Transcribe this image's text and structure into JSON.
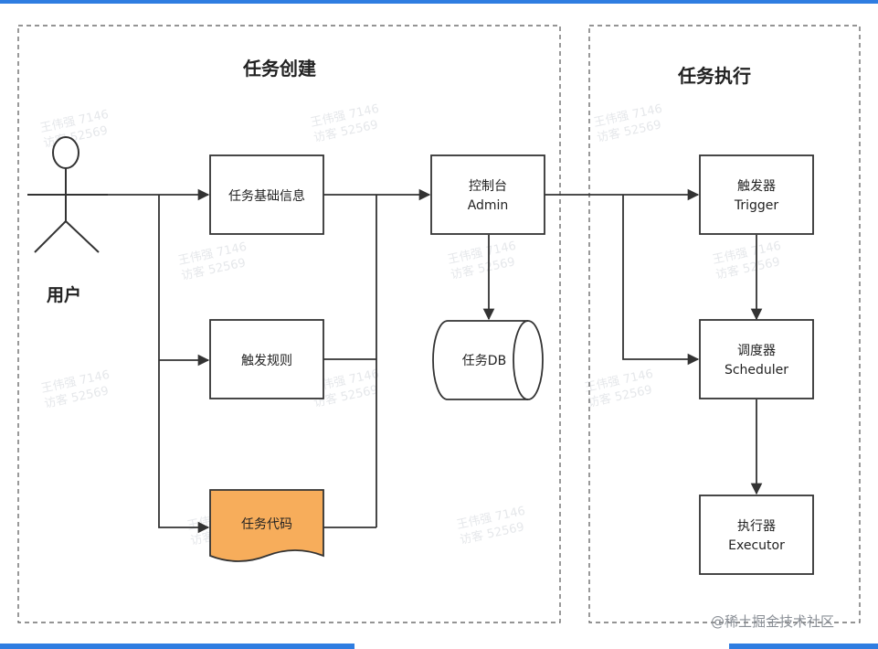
{
  "sections": {
    "creation": {
      "title": "任务创建"
    },
    "execution": {
      "title": "任务执行"
    }
  },
  "actor": {
    "label": "用户"
  },
  "nodes": {
    "basic_info": {
      "line1": "任务基础信息"
    },
    "trigger_rules": {
      "line1": "触发规则"
    },
    "task_code": {
      "line1": "任务代码"
    },
    "admin": {
      "line1": "控制台",
      "line2": "Admin"
    },
    "db": {
      "line1": "任务DB"
    },
    "trigger": {
      "line1": "触发器",
      "line2": "Trigger"
    },
    "scheduler": {
      "line1": "调度器",
      "line2": "Scheduler"
    },
    "executor": {
      "line1": "执行器",
      "line2": "Executor"
    }
  },
  "watermark": {
    "line1": "王伟强 7146",
    "line2": "访客 52569"
  },
  "credit": {
    "text": "@稀土掘金技术社区"
  },
  "colors": {
    "accent_bar": "#2f7de1",
    "task_code_fill": "#f7ad5b",
    "stroke": "#333333"
  }
}
